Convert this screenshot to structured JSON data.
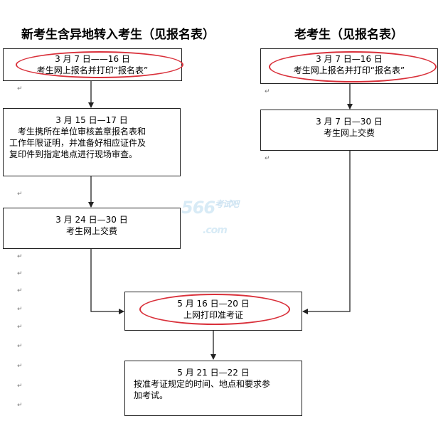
{
  "headings": {
    "left": "新考生含异地转入考生（见报名表）",
    "right": "老考生（见报名表）"
  },
  "left_flow": [
    {
      "date": "3 月 7 日——16 日",
      "lines": [
        "考生网上报名并打印“报名表”"
      ],
      "highlighted": true
    },
    {
      "date": "3 月 15 日—17 日",
      "lines": [
        "考生携所在单位审核盖章报名表和",
        "工作年限证明，并准备好相应证件及",
        "复印件到指定地点进行现场审查。"
      ],
      "highlighted": false
    },
    {
      "date": "3 月 24 日—30 日",
      "lines": [
        "考生网上交费"
      ],
      "highlighted": false
    }
  ],
  "right_flow": [
    {
      "date": "3 月 7 日—16 日",
      "lines": [
        "考生网上报名并打印“报名表”"
      ],
      "highlighted": true
    },
    {
      "date": "3 月 7 日—30 日",
      "lines": [
        "考生网上交费"
      ],
      "highlighted": false
    }
  ],
  "merge_steps": [
    {
      "date": "5 月 16 日—20 日",
      "lines": [
        "上网打印准考证"
      ],
      "highlighted": true
    },
    {
      "date": "5 月 21 日—22 日",
      "lines": [
        "按准考证规定的时间、地点和要求参",
        "加考试。"
      ],
      "highlighted": false
    }
  ],
  "paragraph_mark": "↵",
  "watermark": {
    "main": "566",
    "small": "考试吧",
    "sub": ".com"
  },
  "colors": {
    "highlight": "#d9303a",
    "border": "#222222",
    "watermark": "#d8ebf6"
  }
}
